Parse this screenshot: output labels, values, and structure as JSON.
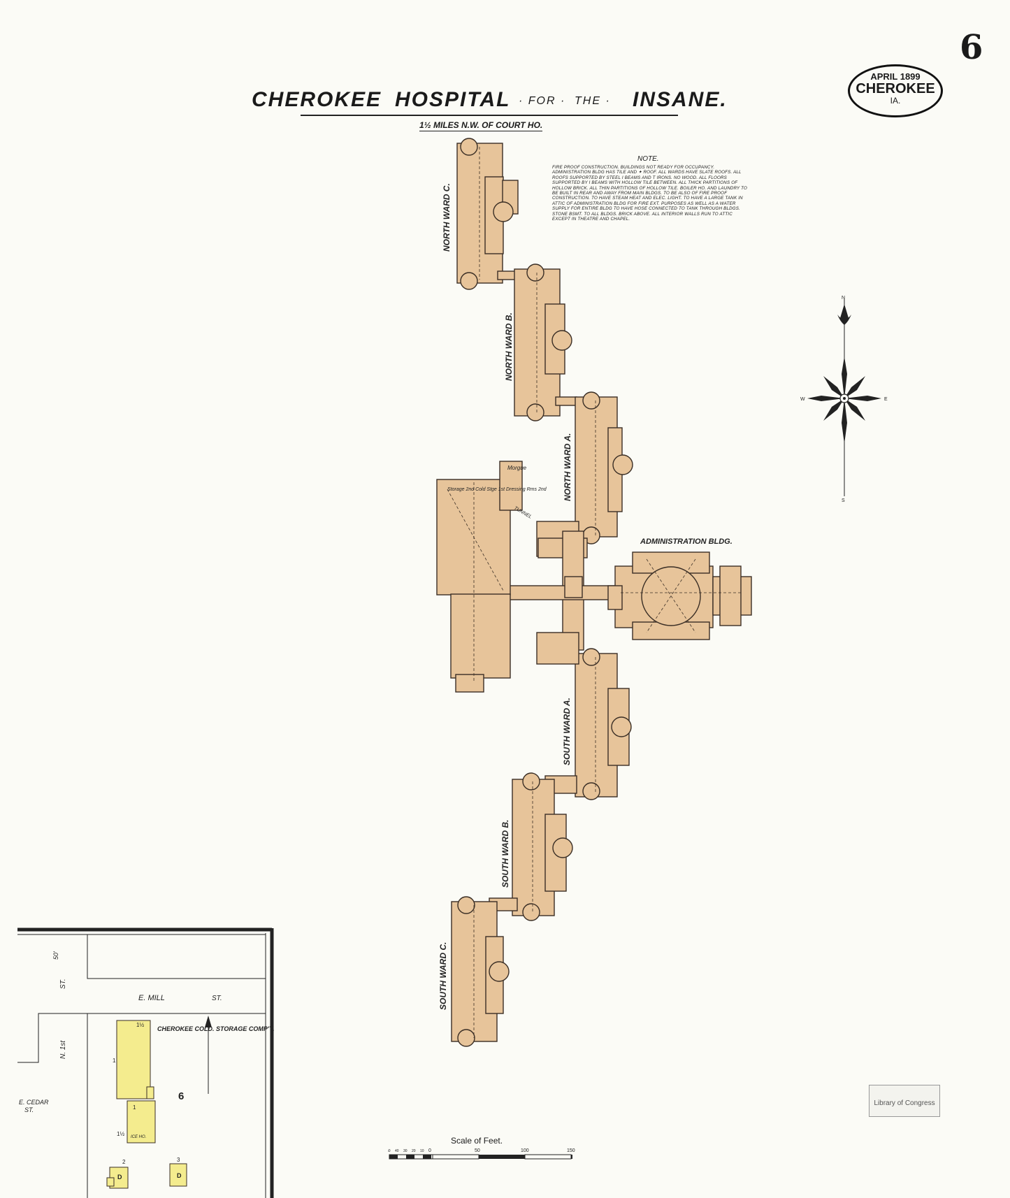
{
  "sheet": {
    "number": "6",
    "city_stamp": {
      "date": "APRIL 1899",
      "city": "CHEROKEE",
      "state": "IA."
    }
  },
  "title": {
    "word1": "CHEROKEE",
    "word2": "HOSPITAL",
    "word3": "· FOR ·",
    "word4": "THE ·",
    "word5": "INSANE.",
    "subtitle": "1½ MILES N.W. OF COURT HO."
  },
  "note": {
    "heading": "NOTE.",
    "body": "Fire proof construction. Buildings not ready for occupancy. Administration bldg has tile and ✦ roof. All wards have slate roofs. All roofs supported by steel I beams and T irons. No wood. All floors supported by I beams with hollow tile between. All thick partitions of hollow brick. All thin partitions of hollow tile. Boiler ho. and laundry to be built in rear and away from main bldgs. to be also of fire proof construction. To have steam heat and elec. light. To have a large tank in attic of administration bldg for fire ext. purposes as well as a water supply for entire bldg to have hose connected to tank through bldgs. Stone bsmt. to all bldgs. brick above. All interior walls run to attic except in theatre and chapel."
  },
  "wards": {
    "north_c": "NORTH WARD C.",
    "north_b": "NORTH WARD B.",
    "north_a": "NORTH WARD A.",
    "south_a": "SOUTH WARD A.",
    "south_b": "SOUTH WARD B.",
    "south_c": "SOUTH WARD C."
  },
  "buildings": {
    "administration": "ADMINISTRATION BLDG.",
    "morgue": "Morgue",
    "tunnel": "TUNNEL",
    "storage": "Storage 2nd Cold Stge 1st Dressing Rms 2nd"
  },
  "compass": {
    "n": "N",
    "s": "S",
    "e": "E",
    "w": "W"
  },
  "inset": {
    "streets": {
      "mill": "E. MILL",
      "mill_st": "ST.",
      "first": "N. 1st",
      "first_st": "ST.",
      "cedar": "E. CEDAR",
      "cedar_st": "ST."
    },
    "width_label": "50'",
    "company": "CHEROKEE COLD. STORAGE COMP'Y.",
    "block_number": "6",
    "lot_labels": [
      "1",
      "2",
      "3"
    ],
    "story_labels": [
      "1½",
      "1",
      "1½"
    ],
    "ice_house": "ICE HO.",
    "dwelling": "D"
  },
  "scale": {
    "label": "Scale of Feet.",
    "ticks": [
      "50",
      "40",
      "30",
      "20",
      "10",
      "0",
      "50",
      "100",
      "150"
    ]
  },
  "library_stamp": "Library of Congress",
  "colors": {
    "brick": "#e7c49a",
    "frame": "#f4ec8e",
    "outline": "#3a2e25",
    "paper": "#fbfbf6"
  }
}
